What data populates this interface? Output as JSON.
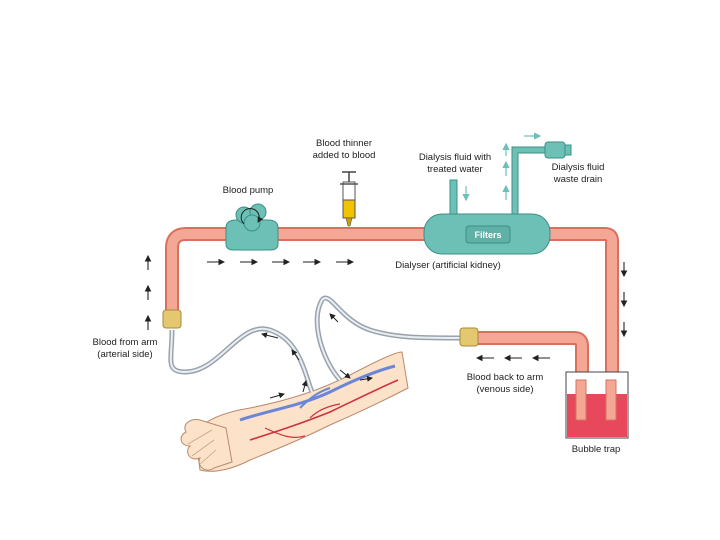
{
  "labels": {
    "blood_thinner_1": "Blood thinner",
    "blood_thinner_2": "added to blood",
    "blood_pump": "Blood pump",
    "dialysis_in_1": "Dialysis fluid with",
    "dialysis_in_2": "treated water",
    "waste_1": "Dialysis fluid",
    "waste_2": "waste drain",
    "filters": "Filters",
    "dialyser": "Dialyser (artificial kidney)",
    "from_arm_1": "Blood from arm",
    "from_arm_2": "(arterial side)",
    "back_to_arm_1": "Blood back to arm",
    "back_to_arm_2": "(venous side)",
    "bubble_trap": "Bubble trap"
  },
  "colors": {
    "tube_fill": "#f4a795",
    "tube_edge": "#d9705e",
    "machine": "#6cc0b6",
    "machine_edge": "#3b8f86",
    "blood": "#e8485c",
    "syringe": "#f2c200",
    "connector": "#e3c870",
    "thin_tube": "#9aa3ad",
    "skin": "#fbe2c9",
    "vein": "#6b86d6",
    "artery": "#d0303c"
  },
  "icons": {
    "flow_arrow": "arrow-icon",
    "syringe": "syringe-icon",
    "pump": "pump-icon"
  }
}
